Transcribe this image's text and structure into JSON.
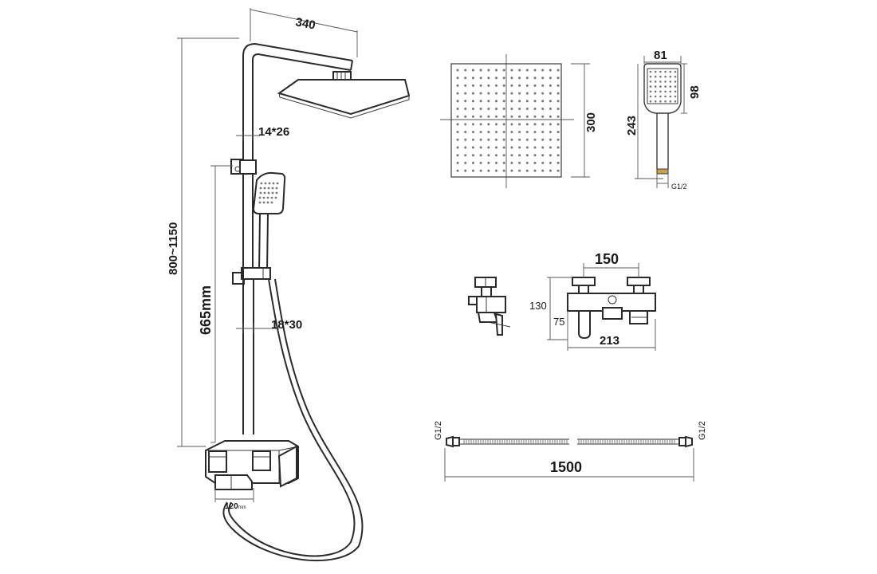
{
  "labels": {
    "arm_length": "340",
    "total_height": "800~1150",
    "upper_tube": "14*26",
    "slide_rail": "665mm",
    "lower_tube": "18*30",
    "spout": "120",
    "spout_unit": "mm",
    "head_size": "300",
    "hand_width": "81",
    "hand_head": "98",
    "hand_length": "243",
    "hand_thread": "G1/2",
    "mixer_centers": "150",
    "mixer_height": "130",
    "mixer_outlet": "75",
    "mixer_width": "213",
    "hose_thread_left": "G1/2",
    "hose_thread_right": "G1/2",
    "hose_length": "1500"
  }
}
